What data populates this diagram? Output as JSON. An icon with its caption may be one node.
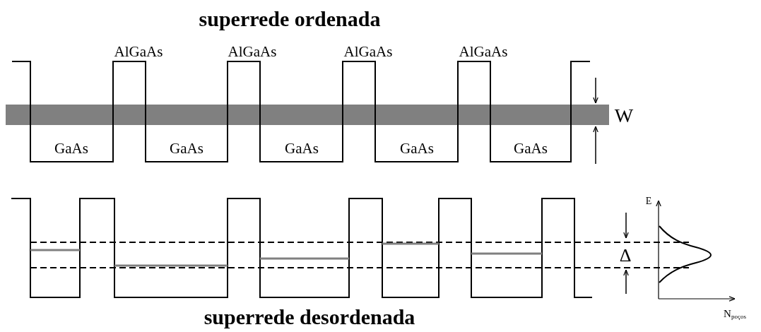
{
  "diagram": {
    "title": "superrede ordenada",
    "caption": "superrede desordenada",
    "labels": [
      "AlGaAs",
      "AlGaAs",
      "AlGaAs",
      "AlGaAs",
      "W",
      "GaAs",
      "GaAs",
      "GaAs",
      "GaAs",
      "GaAs",
      "E",
      "Δ",
      "N$_{poços}$"
    ]
  }
}
